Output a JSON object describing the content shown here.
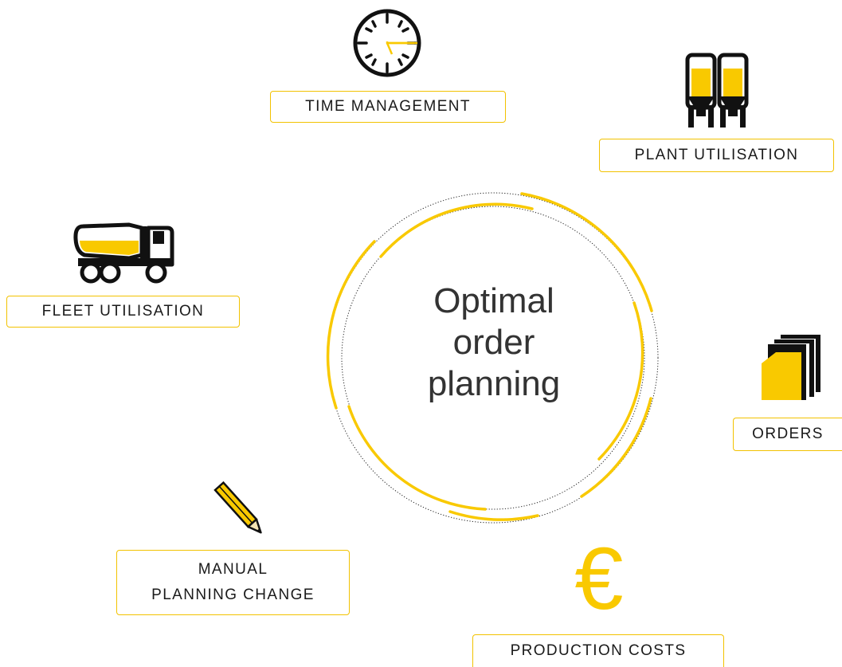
{
  "center": {
    "line1": "Optimal",
    "line2": "order",
    "line3": "planning"
  },
  "labels": {
    "time_management": "TIME MANAGEMENT",
    "plant_utilisation": "PLANT UTILISATION",
    "fleet_utilisation": "FLEET UTILISATION",
    "orders": "ORDERS",
    "manual_planning_change_line1": "MANUAL",
    "manual_planning_change_line2": "PLANNING CHANGE",
    "production_costs": "PRODUCTION COSTS"
  },
  "euro_symbol": "€",
  "icons": {
    "time_management": "clock-icon",
    "plant_utilisation": "silo-icon",
    "fleet_utilisation": "concrete-mixer-truck-icon",
    "orders": "documents-icon",
    "manual_planning_change": "pencil-icon",
    "production_costs": "euro-icon"
  },
  "colors": {
    "accent": "#f9c900",
    "border": "#f2c200",
    "ink": "#111111",
    "text": "#1a1a1a"
  }
}
